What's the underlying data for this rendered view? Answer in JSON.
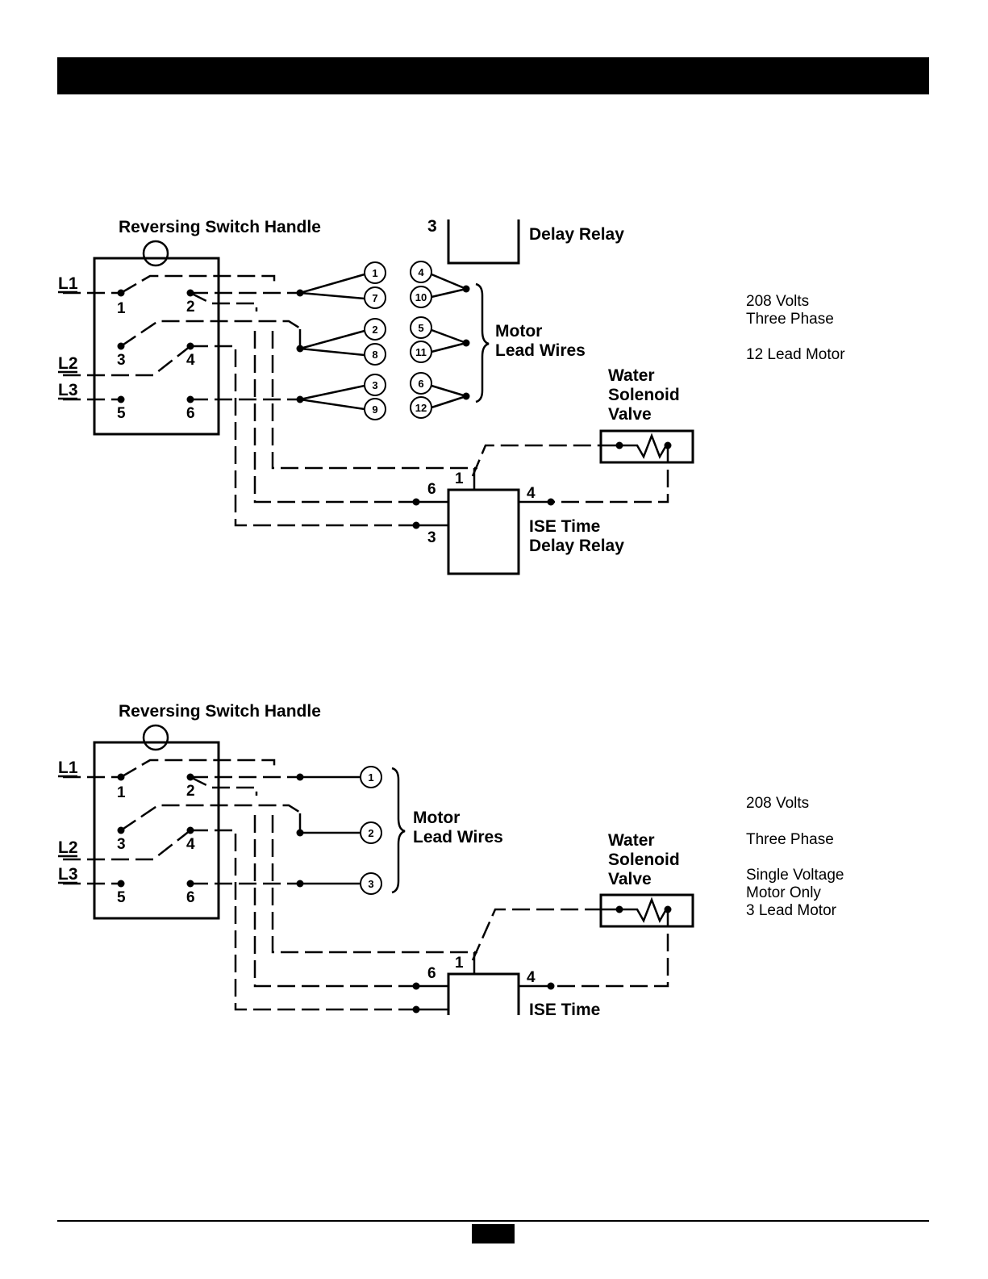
{
  "diagram_top": {
    "handle_label": "Reversing Switch Handle",
    "line_labels": [
      "L1",
      "L2",
      "L3"
    ],
    "switch_terminals": [
      "1",
      "2",
      "3",
      "4",
      "5",
      "6"
    ],
    "motor_leads_left": [
      "1",
      "7",
      "2",
      "8",
      "3",
      "9"
    ],
    "motor_leads_right": [
      "4",
      "10",
      "5",
      "11",
      "6",
      "12"
    ],
    "motor_label": [
      "Motor",
      "Lead Wires"
    ],
    "valve_label": [
      "Water",
      "Solenoid",
      "Valve"
    ],
    "relay_terminals": [
      "1",
      "6",
      "4",
      "3"
    ],
    "relay_label": [
      "ISE Time",
      "Delay Relay"
    ],
    "cropped_relay_terminal": "3",
    "cropped_relay_label": "Delay Relay",
    "notes": [
      "208 Volts",
      "Three Phase",
      "12 Lead Motor"
    ]
  },
  "diagram_bottom": {
    "handle_label": "Reversing Switch Handle",
    "line_labels": [
      "L1",
      "L2",
      "L3"
    ],
    "switch_terminals": [
      "1",
      "2",
      "3",
      "4",
      "5",
      "6"
    ],
    "motor_leads": [
      "1",
      "2",
      "3"
    ],
    "motor_label": [
      "Motor",
      "Lead Wires"
    ],
    "valve_label": [
      "Water",
      "Solenoid",
      "Valve"
    ],
    "relay_terminals": [
      "1",
      "6",
      "4"
    ],
    "relay_label": "ISE Time",
    "notes": [
      "208 Volts",
      "Three Phase",
      "Single Voltage",
      "Motor Only",
      "3 Lead Motor"
    ]
  }
}
